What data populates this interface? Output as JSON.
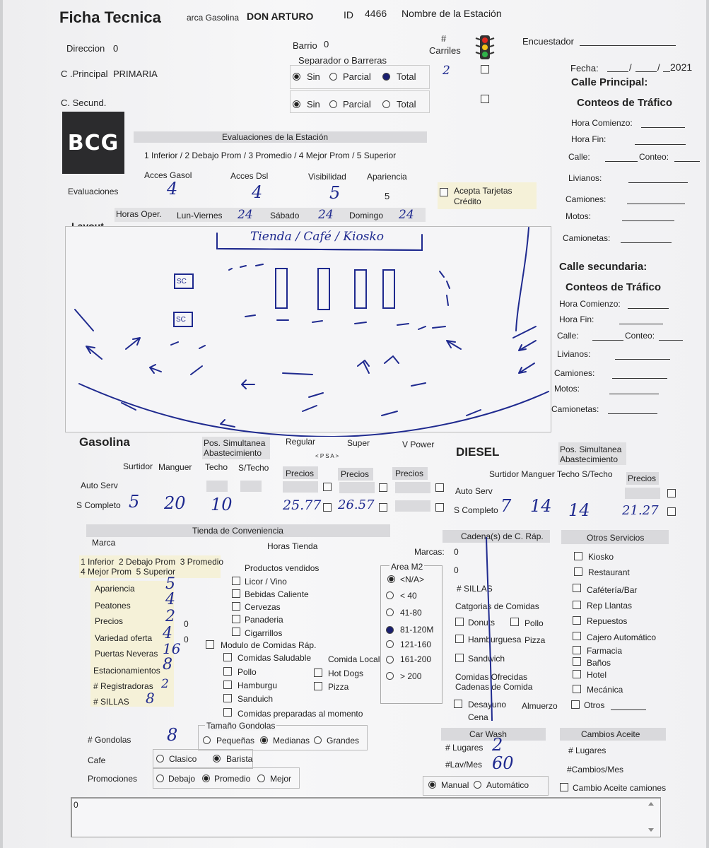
{
  "header": {
    "title": "Ficha Tecnica",
    "marca_label": "arca Gasolina",
    "marca_value": "DON ARTURO",
    "id_label": "ID",
    "id_value": "4466",
    "nombre_label": "Nombre de la Estación",
    "encuestador_label": "Encuestador",
    "fecha_label": "Fecha:",
    "fecha_sep1": "/",
    "fecha_sep2": "/",
    "fecha_year": "2021"
  },
  "address": {
    "direccion_label": "Direccion",
    "direccion_value": "0",
    "barrio_label": "Barrio",
    "barrio_value": "0",
    "principal_label": "C .Principal",
    "principal_value": "PRIMARIA",
    "secundaria_label": "C. Secund.",
    "separador_label": "Separador o Barreras",
    "opt_sin": "Sin",
    "opt_parcial": "Parcial",
    "opt_total": "Total",
    "carriles_hash": "#",
    "carriles_label": "Carriles",
    "carriles_value": "2"
  },
  "logo": {
    "text": "BCG"
  },
  "evaluaciones": {
    "section_title": "Evaluaciones de la Estación",
    "scale": "1 Inferior  /  2 Debajo Prom  /  3 Promedio  /  4 Mejor Prom  /  5 Superior",
    "row_label": "Evaluaciones",
    "col_gasol": "Acces Gasol",
    "col_dsl": "Acces Dsl",
    "col_vis": "Visibilidad",
    "col_apar": "Apariencia",
    "val_gasol": "4",
    "val_dsl": "4",
    "val_vis": "5",
    "val_apar": "5",
    "tarjetas_label": "Acepta Tarjetas Crédito",
    "horas_label": "Horas Oper.",
    "lun_label": "Lun-Viernes",
    "lun_value": "24",
    "sab_label": "Sábado",
    "sab_value": "24",
    "dom_label": "Domingo",
    "dom_value": "24"
  },
  "layout": {
    "title": "Layout",
    "tienda_text": "Tienda / Café / Kiosko",
    "sc_label": "SC"
  },
  "principal_panel": {
    "title": "Calle Principal:",
    "conteos": "Conteos de Tráfico",
    "hora_comienzo": "Hora Comienzo:",
    "hora_fin": "Hora Fin:",
    "calle": "Calle:",
    "conteo": "Conteo:",
    "livianos": "Livianos:",
    "camiones": "Camiones:",
    "motos": "Motos:",
    "camionetas": "Camionetas:"
  },
  "secundaria_panel": {
    "title": "Calle secundaria:",
    "conteos": "Conteos de Tráfico",
    "hora_comienzo": "Hora Comienzo:",
    "hora_fin": "Hora Fin:",
    "calle": "Calle:",
    "conteo": "Conteo:",
    "livianos": "Livianos:",
    "camiones": "Camiones:",
    "motos": "Motos:",
    "camionetas": "Camionetas:"
  },
  "gasolina": {
    "title": "Gasolina",
    "pos_sim": "Pos. Simultanea Abastecimiento",
    "regular": "Regular",
    "super": "Super",
    "vpower": "V Power",
    "psa": "< P S A >",
    "surtidor": "Surtidor",
    "manguer": "Manguer",
    "techo": "Techo",
    "stecho": "S/Techo",
    "precios": "Precios",
    "auto_serv": "Auto Serv",
    "s_completo": "S Completo",
    "sc_surtidor": "5",
    "sc_manguer": "20",
    "sc_techo": "10",
    "precio_regular": "25.77",
    "precio_super": "26.57"
  },
  "diesel": {
    "title": "DIESEL",
    "pos_sim": "Pos. Simultanea Abastecimiento",
    "cols": "Surtidor  Manguer  Techo  S/Techo",
    "precios": "Precios",
    "auto_serv": "Auto Serv",
    "s_completo": "S Completo",
    "sc_surtidor": "7",
    "sc_manguer": "14",
    "sc_techo": "14",
    "precio": "21.27"
  },
  "tienda": {
    "title": "Tienda de Conveniencia",
    "marca": "Marca",
    "horas": "Horas Tienda",
    "scale": "1 Inferior  2 Debajo Prom  3 Promedio\n4 Mejor Prom  5 Superior",
    "apariencia": "Apariencia",
    "peatones": "Peatones",
    "precios": "Precios",
    "variedad": "Variedad oferta",
    "neveras": "Puertas Neveras",
    "estacionamientos": "Estacionamientos",
    "registradoras": "# Registradoras",
    "sillas": "# SILLAS",
    "v_apariencia": "5",
    "v_peatones": "4",
    "v_precios": "2",
    "v_variedad": "4",
    "v_neveras": "16",
    "v_estacionamientos": "8",
    "v_registradoras": "2",
    "v_sillas": "8",
    "zero": "0"
  },
  "productos": {
    "title": "Productos vendidos",
    "licor": "Licor / Vino",
    "bebidas": "Bebidas Caliente",
    "cervezas": "Cervezas",
    "panaderia": "Panaderia",
    "cigarrillos": "Cigarrillos",
    "modulo": "Modulo de Comidas Ráp.",
    "saludable": "Comidas Saludable",
    "local": "Comida Local",
    "pollo": "Pollo",
    "hotdogs": "Hot Dogs",
    "hamburgu": "Hamburgu",
    "pizza": "Pizza",
    "sanduich": "Sanduich",
    "preparadas": "Comidas preparadas al momento"
  },
  "area": {
    "title": "Area M2",
    "na": "<N/A>",
    "lt40": "< 40",
    "a41": "41-80",
    "a81": "81-120M",
    "a121": "121-160",
    "a161": "161-200",
    "gt200": "> 200"
  },
  "cadena": {
    "title": "Cadena(s) de C. Ráp.",
    "marcas": "Marcas:",
    "marcas_v": "0",
    "zero2": "0",
    "sillas": "# SILLAS",
    "categorias": "Catgorias de Comidas",
    "donuts": "Donuts",
    "pollo": "Pollo",
    "hamburguesa": "Hamburguesa",
    "pizza": "Pizza",
    "sandwich": "Sandwich",
    "ofrecidas": "Comidas Ofrecidas Cadenas de Comida",
    "desayuno": "Desayuno",
    "almuerzo": "Almuerzo",
    "cena": "Cena"
  },
  "otros": {
    "title": "Otros Servicios",
    "kiosko": "Kiosko",
    "restaurant": "Restaurant",
    "cafeteria": "Cafétería/Bar",
    "llantas": "Rep Llantas",
    "repuestos": "Repuestos",
    "cajero": "Cajero Automático",
    "farmacia": "Farmacia",
    "banos": "Baños",
    "hotel": "Hotel",
    "mecanica": "Mecánica",
    "otros": "Otros"
  },
  "gondolas": {
    "label": "# Gondolas",
    "value": "8",
    "tamano": "Tamaño Gondolas",
    "pequenas": "Pequeñas",
    "medianas": "Medianas",
    "grandes": "Grandes",
    "cafe": "Cafe",
    "clasico": "Clasico",
    "barista": "Barista",
    "promociones": "Promociones",
    "debajo": "Debajo",
    "promedio": "Promedio",
    "mejor": "Mejor"
  },
  "carwash": {
    "title": "Car Wash",
    "lugares": "# Lugares",
    "lugares_v": "2",
    "lavmes": "#Lav/Mes",
    "lavmes_v": "60",
    "manual": "Manual",
    "automatico": "Automático"
  },
  "cambios": {
    "title": "Cambios Aceite",
    "lugares": "# Lugares",
    "cambios_mes": "#Cambios/Mes",
    "camiones": "Cambio Aceite camiones"
  },
  "notes": {
    "value": "0"
  }
}
